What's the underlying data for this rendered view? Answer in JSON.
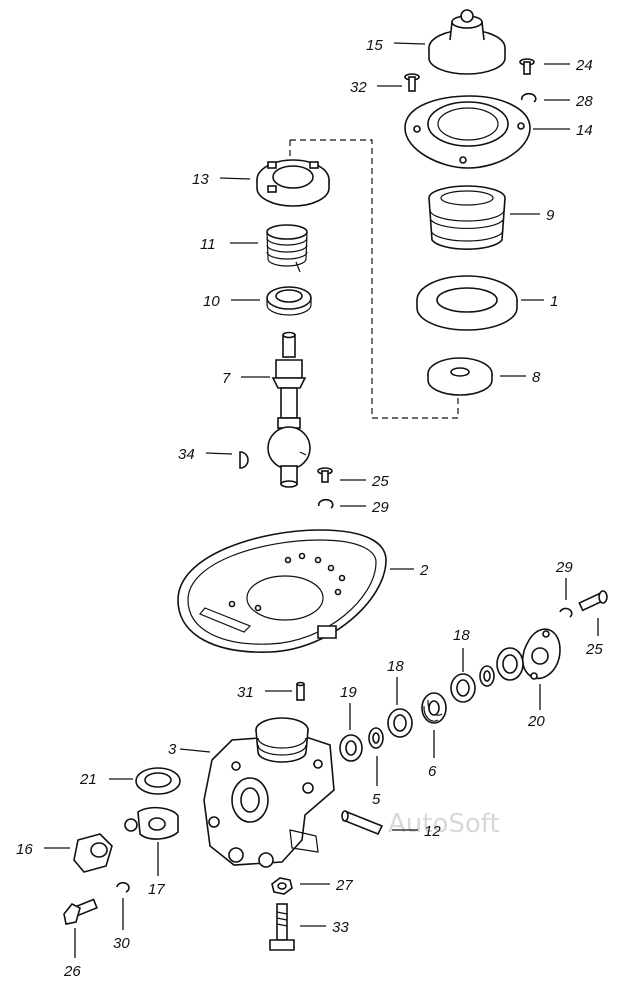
{
  "watermark": "AutoSoft",
  "callouts": [
    {
      "id": "c15",
      "text": "15"
    },
    {
      "id": "c24",
      "text": "24"
    },
    {
      "id": "c32",
      "text": "32"
    },
    {
      "id": "c28",
      "text": "28"
    },
    {
      "id": "c14",
      "text": "14"
    },
    {
      "id": "c13",
      "text": "13"
    },
    {
      "id": "c9",
      "text": "9"
    },
    {
      "id": "c11",
      "text": "11"
    },
    {
      "id": "c10",
      "text": "10"
    },
    {
      "id": "c1",
      "text": "1"
    },
    {
      "id": "c7",
      "text": "7"
    },
    {
      "id": "c8",
      "text": "8"
    },
    {
      "id": "c34",
      "text": "34"
    },
    {
      "id": "c25a",
      "text": "25"
    },
    {
      "id": "c29a",
      "text": "29"
    },
    {
      "id": "c2",
      "text": "2"
    },
    {
      "id": "c29b",
      "text": "29"
    },
    {
      "id": "c25b",
      "text": "25"
    },
    {
      "id": "c18a",
      "text": "18"
    },
    {
      "id": "c18b",
      "text": "18"
    },
    {
      "id": "c31",
      "text": "31"
    },
    {
      "id": "c19",
      "text": "19"
    },
    {
      "id": "c20",
      "text": "20"
    },
    {
      "id": "c3",
      "text": "3"
    },
    {
      "id": "c6",
      "text": "6"
    },
    {
      "id": "c21",
      "text": "21"
    },
    {
      "id": "c5",
      "text": "5"
    },
    {
      "id": "c12",
      "text": "12"
    },
    {
      "id": "c16",
      "text": "16"
    },
    {
      "id": "c17",
      "text": "17"
    },
    {
      "id": "c27",
      "text": "27"
    },
    {
      "id": "c30",
      "text": "30"
    },
    {
      "id": "c33",
      "text": "33"
    },
    {
      "id": "c26",
      "text": "26"
    }
  ]
}
